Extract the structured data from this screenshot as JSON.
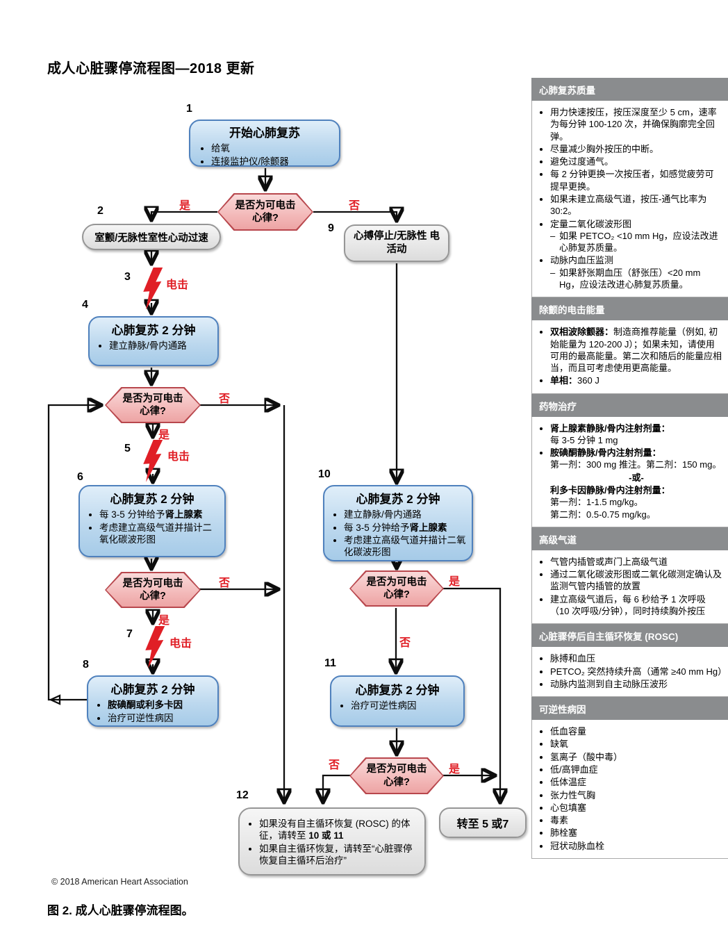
{
  "page": {
    "title": "成人心脏骤停流程图—2018 更新",
    "copyright": "© 2018 American Heart Association",
    "caption": "图 2. 成人心脏骤停流程图。"
  },
  "colors": {
    "accent_red": "#e01f26",
    "box_blue_border": "#4f81bd",
    "box_blue_fill": "#bcd8ee",
    "hex_fill": "#f3b9b9",
    "hex_border": "#b8474d",
    "sidebar_header_bg": "#8a8c8e"
  },
  "flow": {
    "yes": "是",
    "no": "否",
    "shock_label": "电击",
    "decision": {
      "l1": "是否为可电击",
      "l2": "心律?"
    },
    "b1": {
      "num": "1",
      "title": "开始心肺复苏",
      "i0": "给氧",
      "i1": "连接监护仪/除颤器"
    },
    "b2": {
      "num": "2",
      "text": "室颤/无脉性室性心动过速"
    },
    "b9": {
      "num": "9",
      "text": "心搏停止/无脉性 电活动"
    },
    "s3": {
      "num": "3"
    },
    "s5": {
      "num": "5"
    },
    "s7": {
      "num": "7"
    },
    "b4": {
      "num": "4",
      "title": "心肺复苏 2 分钟",
      "i0": "建立静脉/骨内通路"
    },
    "b6": {
      "num": "6",
      "title": "心肺复苏 2 分钟",
      "i0pre": "每 3-5 分钟给予",
      "i0b": "肾上腺素",
      "i1": "考虑建立高级气道并描计二氧化碳波形图"
    },
    "b8": {
      "num": "8",
      "title": "心肺复苏 2 分钟",
      "i0": "胺碘酮或利多卡因",
      "i1": "治疗可逆性病因"
    },
    "b10": {
      "num": "10",
      "title": "心肺复苏 2 分钟",
      "i0": "建立静脉/骨内通路",
      "i1pre": "每 3-5 分钟给予",
      "i1b": "肾上腺素",
      "i2": "考虑建立高级气道并描计二氧化碳波形图"
    },
    "b11": {
      "num": "11",
      "title": "心肺复苏 2 分钟",
      "i0": "治疗可逆性病因"
    },
    "b12": {
      "num": "12",
      "i0pre": "如果没有自主循环恢复 (ROSC) 的体征，请转至 ",
      "i0b": "10 或 11",
      "i1": "如果自主循环恢复，请转至“心脏骤停恢复自主循环后治疗”"
    },
    "goto": {
      "text": "转至 5 或7"
    }
  },
  "sidebar": {
    "s0": {
      "title": "心肺复苏质量",
      "i0": "用力快速按压，按压深度至少 5 cm，速率为每分钟 100-120 次，并确保胸廓完全回弹。",
      "i1": "尽量减少胸外按压的中断。",
      "i2": "避免过度通气。",
      "i3": "每 2 分钟更换一次按压者，如感觉疲劳可提早更换。",
      "i4": "如果未建立高级气道，按压-通气比率为 30:2。",
      "i5": "定量二氧化碳波形图",
      "i5sub": "如果 PETCO₂ <10 mm Hg，应设法改进心肺复苏质量。",
      "i6": "动脉内血压监测",
      "i6sub": "如果舒张期血压（舒张压）<20 mm Hg，应设法改进心肺复苏质量。"
    },
    "s1": {
      "title": "除颤的电击能量",
      "i0b": "双相波除颤器：",
      "i0": "制造商推荐能量（例如, 初始能量为 120-200 J）；如果未知，请使用可用的最高能量。第二次和随后的能量应相当，而且可考虑使用更高能量。",
      "i1b": "单相：",
      "i1": "360 J"
    },
    "s2": {
      "title": "药物治疗",
      "i0b": "肾上腺素静脉/骨内注射剂量：",
      "i0": "每 3-5 分钟 1 mg",
      "i1b": "胺碘酮静脉/骨内注射剂量：",
      "i1": "第一剂：300 mg 推注。第二剂：150 mg。",
      "or": "-或-",
      "i2b": "利多卡因静脉/骨内注射剂量：",
      "i2l1": "第一剂：1-1.5 mg/kg。",
      "i2l2": "第二剂：0.5-0.75 mg/kg。"
    },
    "s3": {
      "title": "高级气道",
      "i0": "气管内插管或声门上高级气道",
      "i1": "通过二氧化碳波形图或二氧化碳测定确认及监测气管内插管的放置",
      "i2": "建立高级气道后，每 6 秒给予 1 次呼吸（10 次呼吸/分钟），同时持续胸外按压"
    },
    "s4": {
      "title": "心脏骤停后自主循环恢复 (ROSC)",
      "i0": "脉搏和血压",
      "i1": "PETCO₂ 突然持续升高（通常 ≥40 mm Hg）",
      "i2": "动脉内监测到自主动脉压波形"
    },
    "s5": {
      "title": "可逆性病因",
      "i0": "低血容量",
      "i1": "缺氧",
      "i2": "氢离子（酸中毒）",
      "i3": "低/高钾血症",
      "i4": "低体温症",
      "i5": "张力性气胸",
      "i6": "心包填塞",
      "i7": "毒素",
      "i8": "肺栓塞",
      "i9": "冠状动脉血栓"
    }
  }
}
